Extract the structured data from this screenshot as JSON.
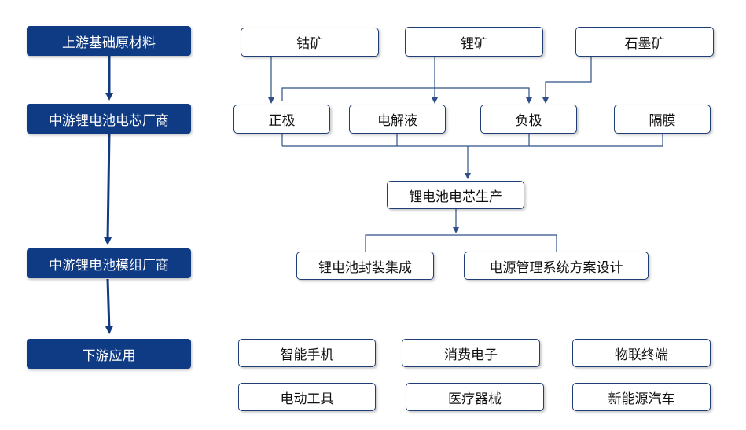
{
  "stages": {
    "upstream": "上游基础原材料",
    "midstream_cell": "中游锂电池电芯厂商",
    "midstream_module": "中游锂电池模组厂商",
    "downstream": "下游应用"
  },
  "raw_materials": {
    "cobalt": "钴矿",
    "lithium": "锂矿",
    "graphite": "石墨矿"
  },
  "components": {
    "cathode": "正极",
    "electrolyte": "电解液",
    "anode": "负极",
    "separator": "隔膜"
  },
  "cell_production": "锂电池电芯生产",
  "module": {
    "packaging": "锂电池封装集成",
    "bms": "电源管理系统方案设计"
  },
  "applications": {
    "smartphone": "智能手机",
    "consumer_electronics": "消费电子",
    "iot_terminal": "物联终端",
    "power_tools": "电动工具",
    "medical": "医疗器械",
    "nev": "新能源汽车"
  },
  "colors": {
    "stage_fill": "#0f3a84",
    "line": "#2f4f86"
  }
}
